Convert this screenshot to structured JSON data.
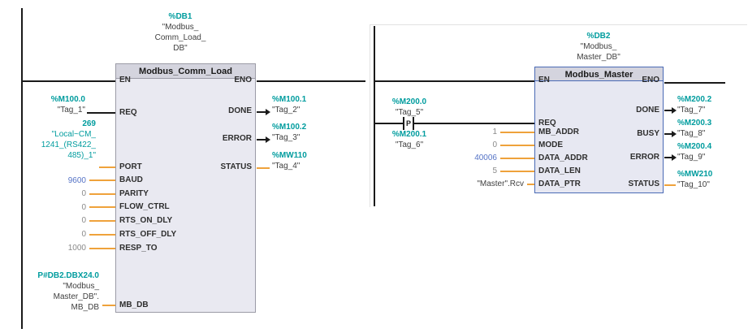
{
  "colors": {
    "teal": "#009C9E",
    "const_blue": "#5674C6",
    "const_gray": "#8A8A8A",
    "orange": "#EFA23B",
    "block_fill": "#E9E9F1",
    "header_fill": "#D4D4DE",
    "block_border": "#9B9BA6",
    "selected_border": "#4A6AB5"
  },
  "net1": {
    "db": {
      "addr": "%DB1",
      "line1": "\"Modbus_",
      "line2": "Comm_Load_",
      "line3": "DB\""
    },
    "block": {
      "title": "Modbus_Comm_Load",
      "en": "EN",
      "eno": "ENO",
      "in_req": "REQ",
      "in_port": "PORT",
      "in_baud": "BAUD",
      "in_parity": "PARITY",
      "in_flow": "FLOW_CTRL",
      "in_rts_on": "RTS_ON_DLY",
      "in_rts_off": "RTS_OFF_DLY",
      "in_resp": "RESP_TO",
      "in_mbdb": "MB_DB",
      "out_done": "DONE",
      "out_error": "ERROR",
      "out_status": "STATUS"
    },
    "req": {
      "addr": "%M100.0",
      "tag": "\"Tag_1\""
    },
    "port": {
      "val": "269",
      "name1": "\"Local~CM_",
      "name2": "1241_(RS422_",
      "name3": "485)_1\""
    },
    "baud": "9600",
    "parity": "0",
    "flow": "0",
    "rts_on": "0",
    "rts_off": "0",
    "resp": "1000",
    "mbdb": {
      "ptr": "P#DB2.DBX24.0",
      "name1": "\"Modbus_",
      "name2": "Master_DB\".",
      "name3": "MB_DB"
    },
    "done": {
      "addr": "%M100.1",
      "tag": "\"Tag_2\""
    },
    "error": {
      "addr": "%M100.2",
      "tag": "\"Tag_3\""
    },
    "status": {
      "addr": "%MW110",
      "tag": "\"Tag_4\""
    }
  },
  "net2": {
    "db": {
      "addr": "%DB2",
      "line1": "\"Modbus_",
      "line2": "Master_DB\""
    },
    "block": {
      "title": "Modbus_Master",
      "en": "EN",
      "eno": "ENO",
      "in_req": "REQ",
      "in_mb_addr": "MB_ADDR",
      "in_mode": "MODE",
      "in_data_addr": "DATA_ADDR",
      "in_data_len": "DATA_LEN",
      "in_data_ptr": "DATA_PTR",
      "out_done": "DONE",
      "out_busy": "BUSY",
      "out_error": "ERROR",
      "out_status": "STATUS"
    },
    "contact": {
      "label": "P",
      "addr_above": "%M200.0",
      "tag_above": "\"Tag_5\"",
      "addr_below": "%M200.1",
      "tag_below": "\"Tag_6\""
    },
    "mb_addr": "1",
    "mode": "0",
    "data_addr": "40006",
    "data_len": "5",
    "data_ptr": "\"Master\".Rcv",
    "done": {
      "addr": "%M200.2",
      "tag": "\"Tag_7\""
    },
    "busy": {
      "addr": "%M200.3",
      "tag": "\"Tag_8\""
    },
    "error": {
      "addr": "%M200.4",
      "tag": "\"Tag_9\""
    },
    "status": {
      "addr": "%MW210",
      "tag": "\"Tag_10\""
    }
  }
}
